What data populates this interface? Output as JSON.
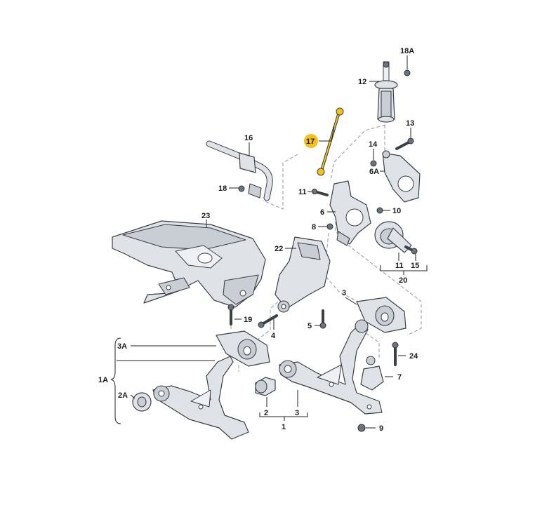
{
  "colors": {
    "highlight": "#f2c21b",
    "part_fill": "#dfe3e8",
    "outline": "#3b4048",
    "leader": "#222222"
  },
  "labels": {
    "l18a": "18A",
    "l12": "12",
    "l17": "17",
    "l16": "16",
    "l13": "13",
    "l14": "14",
    "l6a": "6A",
    "l18": "18",
    "l11a": "11",
    "l10": "10",
    "l6": "6",
    "l23": "23",
    "l8": "8",
    "l22": "22",
    "l11b": "11",
    "l15": "15",
    "l20": "20",
    "l3top": "3",
    "l19": "19",
    "l5": "5",
    "l4": "4",
    "l24": "24",
    "l3a": "3A",
    "l1a": "1A",
    "l7": "7",
    "l2a": "2A",
    "l2": "2",
    "l3": "3",
    "l1": "1",
    "l9": "9"
  }
}
